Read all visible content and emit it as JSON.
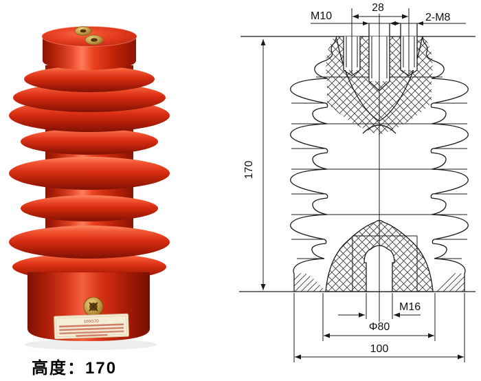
{
  "caption": {
    "text": "高度：170"
  },
  "photo": {
    "description": "red epoxy resin post insulator product photo",
    "nameplate": {
      "model_fragment": "100/170"
    },
    "colors": {
      "body_red": "#d42a12",
      "body_dark": "#801103",
      "body_highlight": "#ff8763",
      "brass": "#caa34c",
      "label_bg": "#f6edd6",
      "label_text": "#c03a22"
    }
  },
  "drawing": {
    "labels": {
      "m10": "M10",
      "d28": "28",
      "m8": "2-M8",
      "h170": "170",
      "m16": "M16",
      "phi80": "Φ80",
      "w100": "100"
    },
    "stroke": "#1a1a1a"
  }
}
